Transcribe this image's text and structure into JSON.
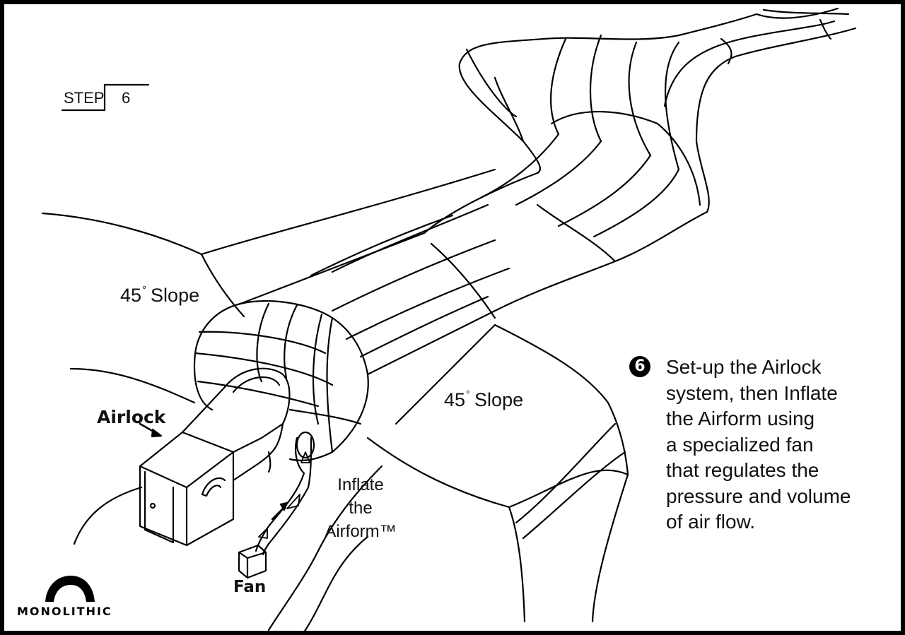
{
  "step": {
    "word": "STEP",
    "number": "6"
  },
  "labels": {
    "slope_left": "45",
    "slope_right": "45",
    "slope_word": "Slope",
    "degree": "°",
    "airlock": "Airlock",
    "fan": "Fan",
    "inflate_lines": [
      "Inflate",
      "the",
      "Airform™"
    ]
  },
  "description": {
    "badge": "6",
    "lines": [
      "Set-up the Airlock",
      "system, then Inflate",
      "the Airform using",
      "a specialized fan",
      "that regulates the",
      "pressure and volume",
      "of air flow."
    ]
  },
  "logo": {
    "text": "MONOLITHIC"
  },
  "colors": {
    "ink": "#000000",
    "paper": "#ffffff"
  }
}
